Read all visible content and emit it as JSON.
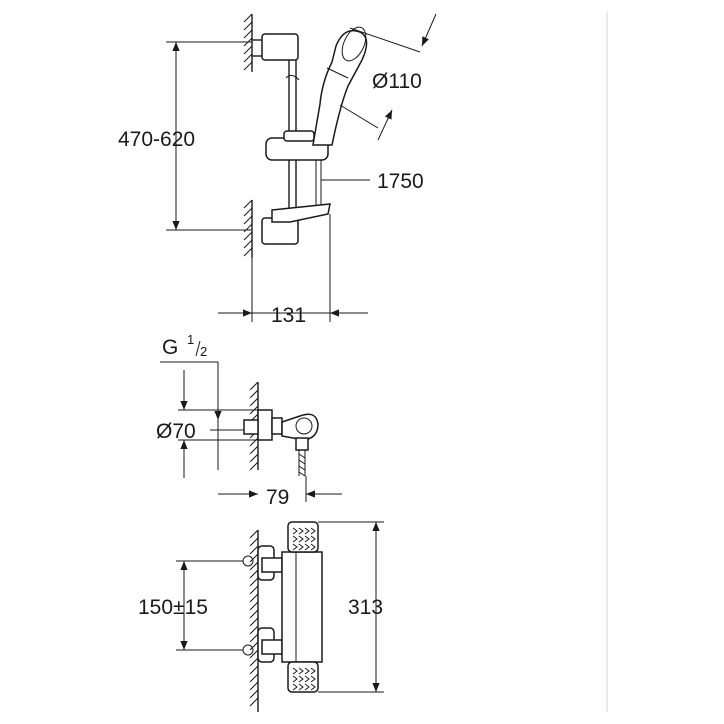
{
  "dimensions": {
    "diameter_head": "Ø110",
    "rail_height_range": "470-620",
    "hose_length": "1750",
    "projection_top": "131",
    "thread_prefix": "G",
    "thread_num": "1",
    "thread_den": "2",
    "diameter_rosette": "Ø70",
    "projection_middle": "79",
    "inlet_spacing": "150±15",
    "body_length": "313"
  }
}
